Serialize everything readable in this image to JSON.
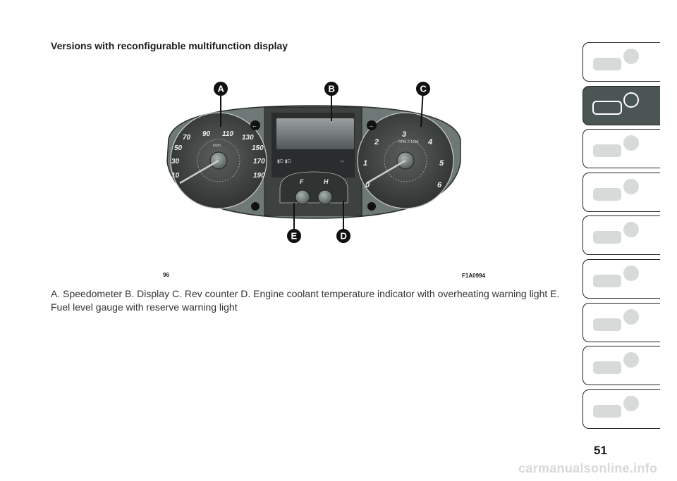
{
  "title": "Versions with reconfigurable multifunction display",
  "figure": {
    "number": "96",
    "code": "F1A0994",
    "callouts": [
      "A",
      "B",
      "C",
      "D",
      "E"
    ],
    "speedometer": {
      "unit": "km/h",
      "labels": [
        "10",
        "30",
        "50",
        "70",
        "90",
        "110",
        "130",
        "150",
        "170",
        "190"
      ]
    },
    "rev_counter": {
      "unit": "RPM X 1000",
      "labels": [
        "0",
        "1",
        "2",
        "3",
        "4",
        "5",
        "6"
      ]
    },
    "temp_gauge": {
      "hot_label": "H"
    },
    "fuel_gauge": {
      "full_label": "F"
    }
  },
  "caption": "A. Speedometer B. Display C. Rev counter D. Engine coolant temperature indicator with overheating warning light E. Fuel level gauge with reserve warning light",
  "page_number": "51",
  "watermark": "carmanualsonline.info",
  "side_tabs": [
    {
      "icon": "car-info-icon",
      "active": false
    },
    {
      "icon": "warning-light-message-icon",
      "active": true
    },
    {
      "icon": "airbag-seat-icon",
      "active": false
    },
    {
      "icon": "key-steering-wheel-icon",
      "active": false
    },
    {
      "icon": "car-emergency-triangle-icon",
      "active": false
    },
    {
      "icon": "car-wrench-icon",
      "active": false
    },
    {
      "icon": "specifications-gears-icon",
      "active": false
    },
    {
      "icon": "multimedia-icon",
      "active": false
    },
    {
      "icon": "index-search-icon",
      "active": false
    }
  ]
}
